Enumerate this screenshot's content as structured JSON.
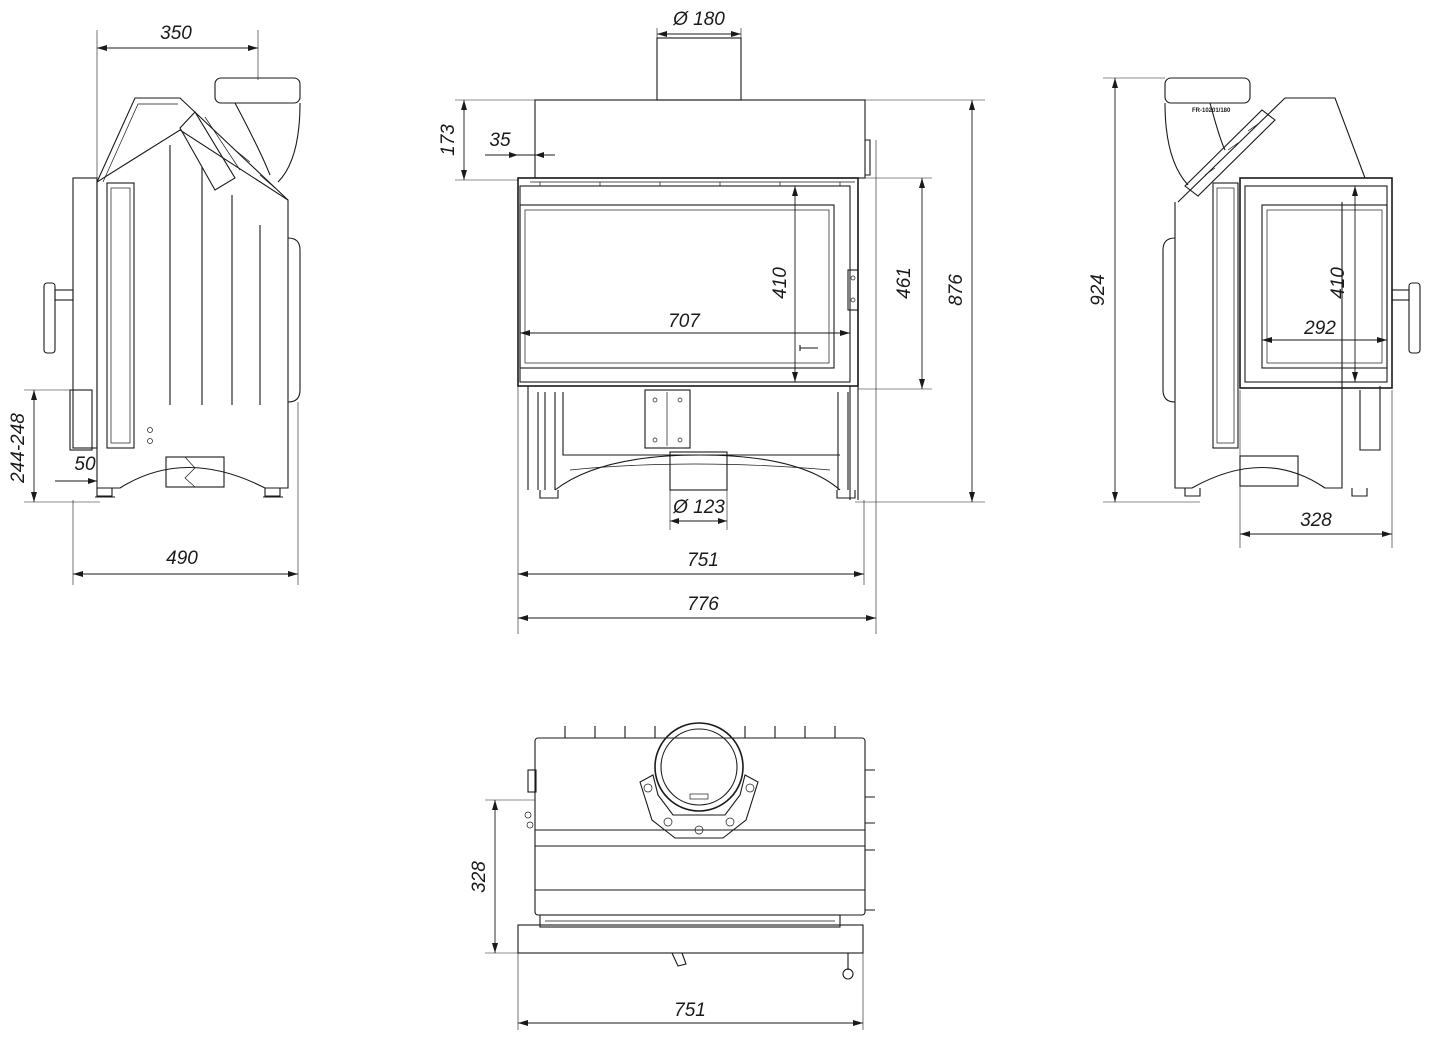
{
  "colors": {
    "line": "#1a1a1a",
    "background": "#ffffff"
  },
  "side_view_left": {
    "depth_top": "350",
    "depth_total": "490",
    "inlet_height": "244-248",
    "inlet_offset": "50"
  },
  "front_view": {
    "flue_diameter": "Ø 180",
    "top_height": "173",
    "top_offset": "35",
    "glass_height": "410",
    "glass_width": "707",
    "door_height": "461",
    "total_height": "876",
    "inlet_diameter": "Ø 123",
    "inner_width": "751",
    "total_width": "776"
  },
  "side_view_right": {
    "total_height": "924",
    "glass_height": "410",
    "glass_width": "292",
    "depth": "328",
    "plate_label": "FR-10201/180"
  },
  "top_view": {
    "depth": "328",
    "width": "751"
  }
}
